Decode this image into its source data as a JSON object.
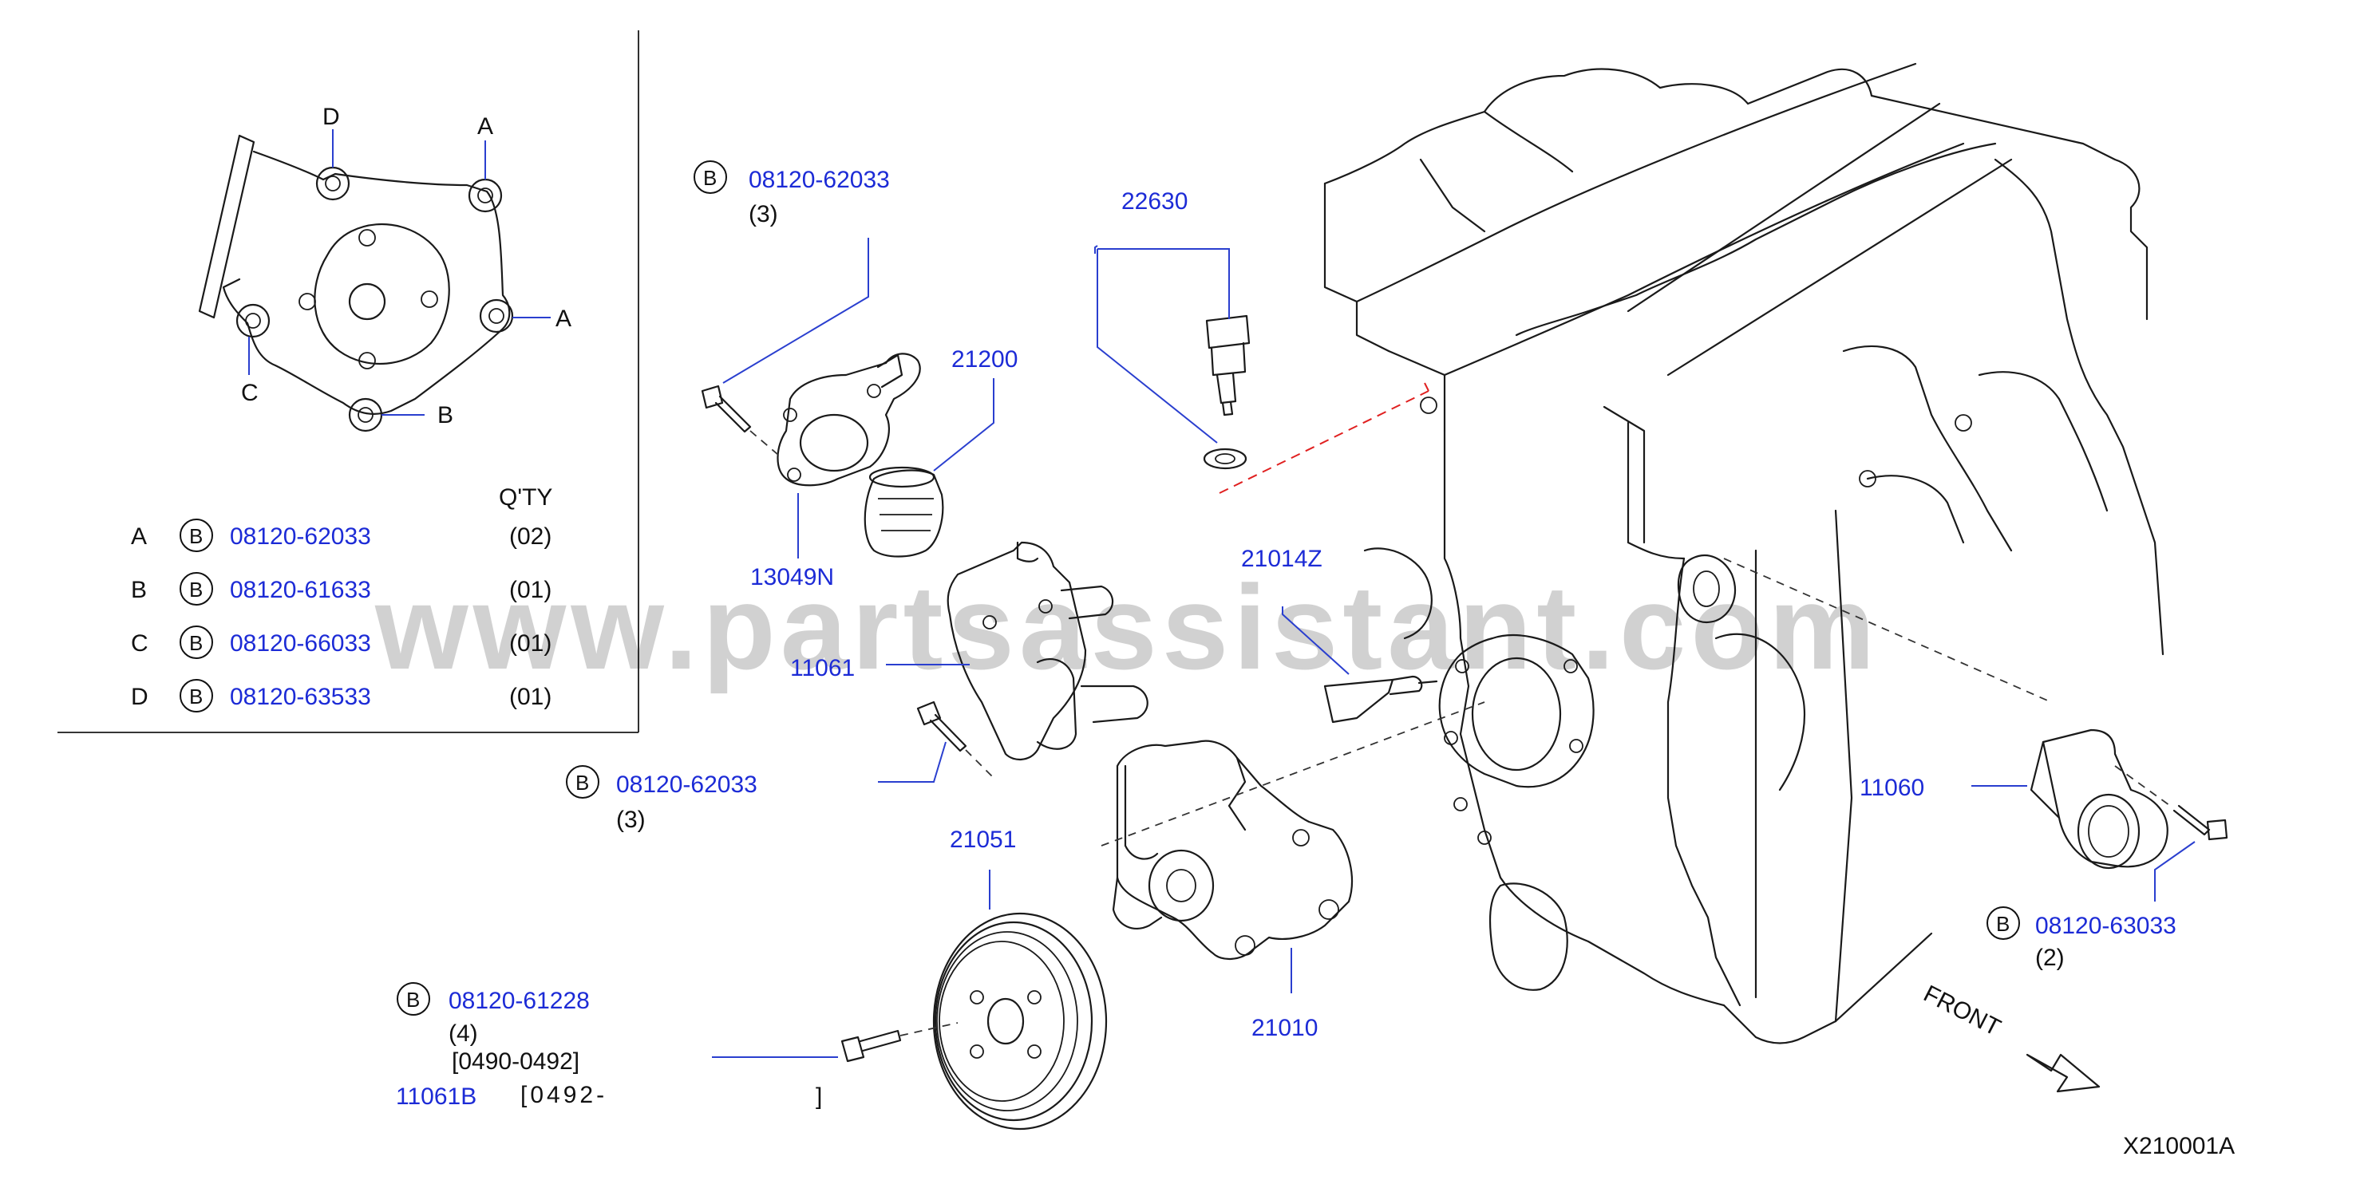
{
  "watermark": "www.partsassistant.com",
  "diagram_code": "X210001A",
  "front_label": "FRONT",
  "bolt_symbol": "B",
  "legend": {
    "qty_header": "Q'TY",
    "rows": [
      {
        "key": "A",
        "part": "08120-62033",
        "qty": "(02)"
      },
      {
        "key": "B",
        "part": "08120-61633",
        "qty": "(01)"
      },
      {
        "key": "C",
        "part": "08120-66033",
        "qty": "(01)"
      },
      {
        "key": "D",
        "part": "08120-63533",
        "qty": "(01)"
      }
    ]
  },
  "pump_markers": [
    "A",
    "A",
    "B",
    "C",
    "D"
  ],
  "callouts": {
    "bolt_top": {
      "part": "08120-62033",
      "qty": "(3)"
    },
    "bolt_mid": {
      "part": "08120-62033",
      "qty": "(3)"
    },
    "bolt_right": {
      "part": "08120-63033",
      "qty": "(2)"
    },
    "bolt_pulley": {
      "part": "08120-61228",
      "qty": "(4)",
      "range1": "[0490-0492]",
      "alt_part": "11061B",
      "range2": "[0492-",
      "range2_close": "]"
    },
    "p22630": "22630",
    "p21200": "21200",
    "p13049N": "13049N",
    "p11061": "11061",
    "p21014Z": "21014Z",
    "p21051": "21051",
    "p21010": "21010",
    "p11060": "11060"
  }
}
